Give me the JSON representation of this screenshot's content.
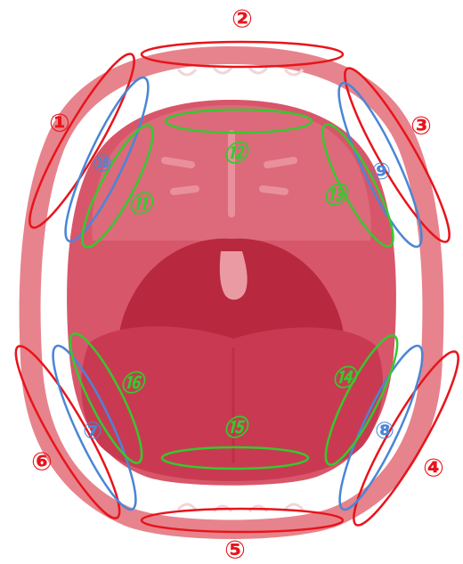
{
  "colors": {
    "outer_zone": "#e8141b",
    "buccal_zone": "#4a86d6",
    "inner_zone": "#35c92e",
    "lip": "#e7838c",
    "teeth": "#ffffff",
    "mouth_cavity": "#d8566a",
    "throat": "#b8283f",
    "tongue": "#c93a52",
    "uvula": "#ea9aa3"
  },
  "zone_colors_by_group": {
    "outer": "red",
    "buccal": "blue",
    "inner": "green"
  },
  "zones": [
    {
      "id": "zone-1",
      "label": "①",
      "group": "outer"
    },
    {
      "id": "zone-2",
      "label": "②",
      "group": "outer"
    },
    {
      "id": "zone-3",
      "label": "③",
      "group": "outer"
    },
    {
      "id": "zone-4",
      "label": "④",
      "group": "outer"
    },
    {
      "id": "zone-5",
      "label": "⑤",
      "group": "outer"
    },
    {
      "id": "zone-6",
      "label": "⑥",
      "group": "outer"
    },
    {
      "id": "zone-7",
      "label": "⑦",
      "group": "buccal"
    },
    {
      "id": "zone-8",
      "label": "⑧",
      "group": "buccal"
    },
    {
      "id": "zone-9",
      "label": "⑨",
      "group": "buccal"
    },
    {
      "id": "zone-10",
      "label": "⑩",
      "group": "buccal"
    },
    {
      "id": "zone-11",
      "label": "⑪",
      "group": "inner"
    },
    {
      "id": "zone-12",
      "label": "⑫",
      "group": "inner"
    },
    {
      "id": "zone-13",
      "label": "⑬",
      "group": "inner"
    },
    {
      "id": "zone-14",
      "label": "⑭",
      "group": "inner"
    },
    {
      "id": "zone-15",
      "label": "⑮",
      "group": "inner"
    },
    {
      "id": "zone-16",
      "label": "⑯",
      "group": "inner"
    }
  ]
}
